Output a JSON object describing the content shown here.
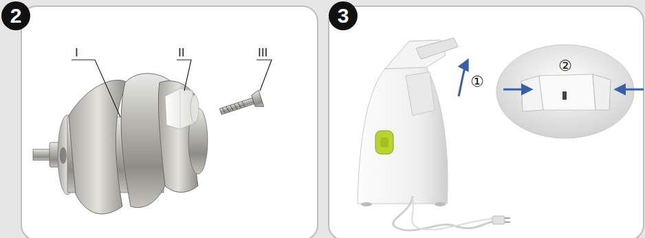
{
  "diagram": {
    "nodes": [
      {
        "text": [
          "2"
        ]
      },
      {
        "text": [
          "3"
        ]
      }
    ],
    "labels": [
      "I",
      "II",
      "III",
      "①",
      "②"
    ]
  }
}
